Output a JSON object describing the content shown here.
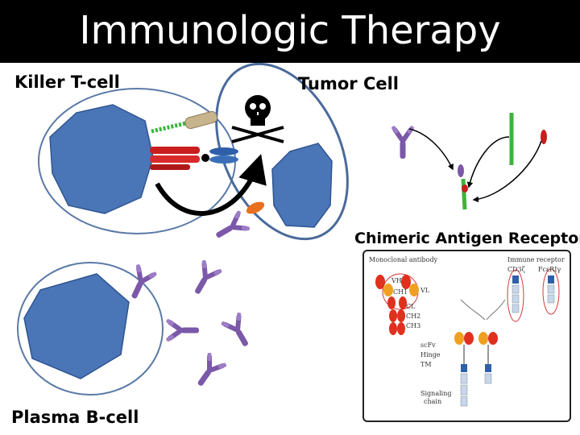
{
  "title": "Immunologic Therapy",
  "labels": {
    "killer_t_cell": "Killer T-cell",
    "tumor_cell": "Tumor Cell",
    "chimeric_antigen_receptor": "Chimeric Antigen Receptor",
    "plasma_b_cell": "Plasma B-cell"
  },
  "figure": {
    "monoclonal_antibody": "Monoclonal antibody",
    "immune_receptor": "Immune receptor",
    "cd3z": "CD3ζ",
    "fceri_gamma": "FcεRIγ",
    "vh": "VH",
    "vl": "VL",
    "ch1": "CH1",
    "cl": "CL",
    "ch2": "CH2",
    "ch3": "CH3",
    "scfv": "scFv",
    "hinge": "Hinge",
    "tm": "TM",
    "signaling": "Signaling",
    "chain": "chain"
  },
  "colors": {
    "nucleus": "#4a76b8",
    "cell_outline": "#4a6a9a",
    "antibody": "#7b58a8",
    "tcr_red": "#c81e1e",
    "green": "#3cb43c",
    "orange": "#e8701e",
    "bone": "#c8b48c"
  },
  "icons": [
    "skull-crossbones-icon"
  ]
}
